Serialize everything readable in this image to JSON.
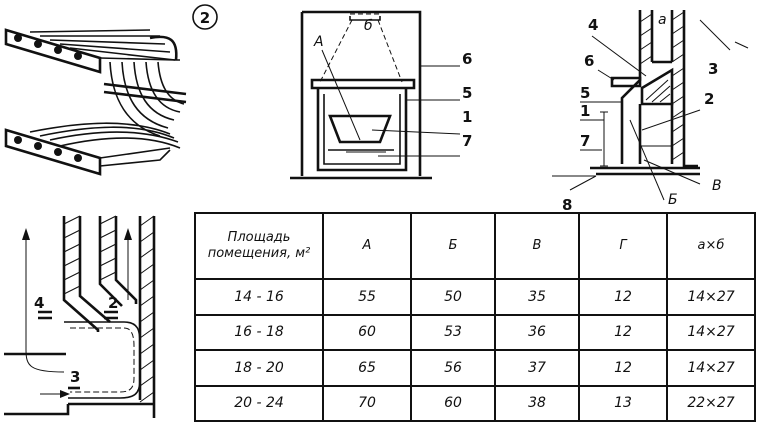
{
  "figure_number": "2",
  "top_center_labels": {
    "A": "А",
    "b": "б",
    "n6": "6",
    "n5": "5",
    "n1": "1",
    "n7": "7"
  },
  "top_right_labels": {
    "a": "а",
    "n4": "4",
    "n6": "6",
    "n5": "5",
    "n1": "1",
    "n7": "7",
    "n8": "8",
    "n3": "3",
    "n2": "2",
    "B": "Б",
    "V": "В"
  },
  "bottom_left_labels": {
    "n4": "4",
    "n2": "2",
    "n3": "3"
  },
  "table": {
    "headers": [
      "Площадь помещения, м²",
      "А",
      "Б",
      "В",
      "Г",
      "а×б"
    ],
    "rows": [
      [
        "14 - 16",
        "55",
        "50",
        "35",
        "12",
        "14×27"
      ],
      [
        "16 - 18",
        "60",
        "53",
        "36",
        "12",
        "14×27"
      ],
      [
        "18 - 20",
        "65",
        "56",
        "37",
        "12",
        "14×27"
      ],
      [
        "20 - 24",
        "70",
        "60",
        "38",
        "13",
        "22×27"
      ]
    ]
  }
}
